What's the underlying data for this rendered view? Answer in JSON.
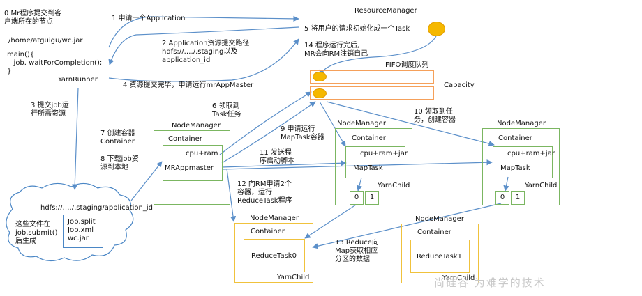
{
  "client": {
    "title": "0 Mr程序提交到客\n户端所在的节点",
    "jar_path": "/home/atguigu/wc.jar",
    "code": "main(){\n   job. waitForCompletion();\n}",
    "runner": "YarnRunner"
  },
  "resource_manager": {
    "title": "ResourceManager",
    "step5": "5 将用户的请求初始化成一个Task",
    "step14": "14 程序运行完后,\nMR会向RM注销自己",
    "fifo": "FIFO调度队列",
    "capacity": "Capacity"
  },
  "steps": {
    "s1": "1 申请一个Application",
    "s2": "2 Application资源提交路径\nhdfs://…./.staging以及\napplication_id",
    "s3": "3 提交job运\n行所需资源",
    "s4": "4 资源提交完毕，申请运行mrAppMaster",
    "s6": "6 领取到\nTask任务",
    "s7": "7 创建容器\nContainer",
    "s8": "8 下载job资\n源到本地",
    "s9": "9 申请运行\nMapTask容器",
    "s10": "10 领取到任\n务，创建容器",
    "s11": "11 发送程\n序启动脚本",
    "s12": "12 向RM申请2个\n容器，运行\nReduceTask程序",
    "s13": "13 Reduce向\nMap获取相应\n分区的数据"
  },
  "hdfs": {
    "path": "hdfs://…./.staging/application_id",
    "note": "这些文件在\njob.submit()\n后生成",
    "files": "Job.split\nJob.xml\nwc.jar"
  },
  "nm_app": {
    "title": "NodeManager",
    "container": "Container",
    "resource": "cpu+ram",
    "label": "MRAppmaster"
  },
  "nm_map1": {
    "title": "NodeManager",
    "container": "Container",
    "resource": "cpu+ram+jar",
    "label": "MapTask",
    "child": "YarnChild",
    "part0": "0",
    "part1": "1"
  },
  "nm_map2": {
    "title": "NodeManager",
    "container": "Container",
    "resource": "cpu+ram+jar",
    "label": "MapTask",
    "child": "YarnChild",
    "part0": "0",
    "part1": "1"
  },
  "nm_reduce0": {
    "title": "NodeManager",
    "container": "Container",
    "label": "ReduceTask0",
    "child": "YarnChild"
  },
  "nm_reduce1": {
    "title": "NodeManager",
    "container": "Container",
    "label": "ReduceTask1",
    "child": "YarnChild"
  },
  "watermark": "尚硅谷 为难学的技术",
  "colors": {
    "arrow": "#5b8fc9",
    "nodemanager": "#7bb661",
    "resourcemanager": "#f5a05a",
    "reduce": "#f0c23c",
    "task_dot": "#f5b800"
  }
}
